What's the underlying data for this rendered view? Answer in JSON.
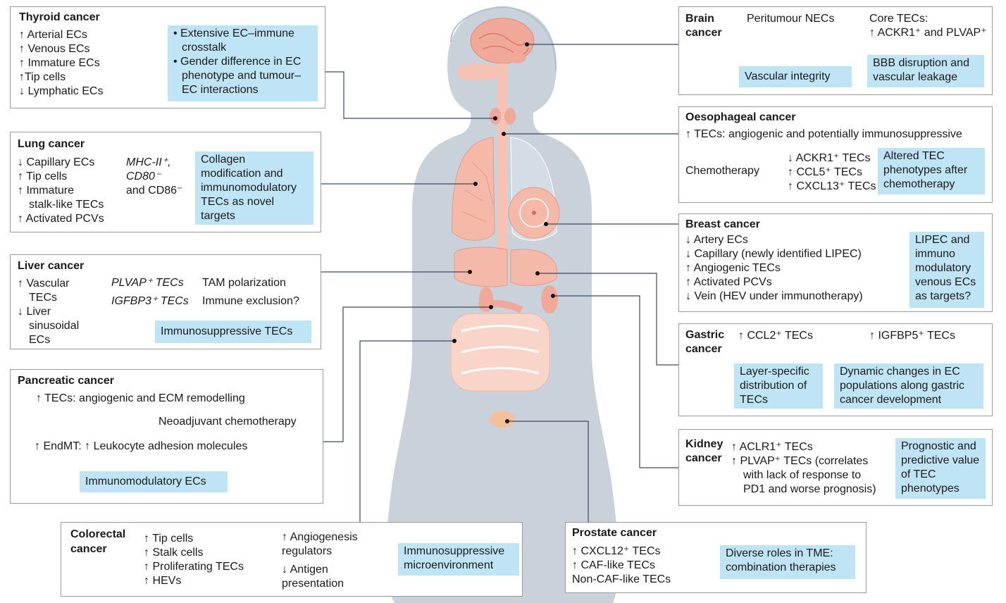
{
  "thyroid": {
    "title": "Thyroid cancer",
    "items": [
      "↑ Arterial ECs",
      "↑ Venous ECs",
      "↑ Immature ECs",
      "↑Tip cells",
      "↓ Lymphatic ECs"
    ],
    "bullets": [
      "Extensive EC–immune crosstalk",
      "Gender difference in EC phenotype and tumour–EC interactions"
    ]
  },
  "lung": {
    "title": "Lung cancer",
    "items": [
      "↓ Capillary ECs",
      "↑ Tip cells",
      "↑ Immature",
      "stalk-like TECs",
      "↑ Activated PCVs"
    ],
    "mhc": [
      "MHC-II⁺,",
      "CD80⁻",
      "and CD86⁻"
    ],
    "result": "Collagen modification and immunomodulatory TECs as novel targets"
  },
  "liver": {
    "title": "Liver cancer",
    "items": [
      "↑ Vascular",
      "TECs",
      "↓ Liver",
      "sinusoidal",
      "ECs"
    ],
    "path1_from": "PLVAP⁺ TECs",
    "path1_to": "TAM polarization",
    "path2_from": "IGFBP3⁺ TECs",
    "path2_to": "Immune exclusion?",
    "result": "Immunosuppressive TECs"
  },
  "pancreatic": {
    "title": "Pancreatic cancer",
    "line1": "↑ TECs: angiogenic and ECM remodelling",
    "line2": "Neoadjuvant chemotherapy",
    "line3": "↑ EndMT: ↑ Leukocyte adhesion molecules",
    "result": "Immunomodulatory ECs"
  },
  "colorectal": {
    "title": "Colorectal cancer",
    "items": [
      "↑ Tip cells",
      "↑ Stalk cells",
      "↑ Proliferating TECs",
      "↑ HEVs"
    ],
    "mid1": "↑ Angiogenesis regulators",
    "mid2": "↓ Antigen presentation",
    "result": "Immunosuppressive microenvironment"
  },
  "brain": {
    "title": "Brain cancer",
    "peri": "Peritumour NECs",
    "core1": "Core TECs:",
    "core2": "↑ ACKR1⁺ and PLVAP⁺",
    "result1": "Vascular integrity",
    "result2": "BBB disruption and vascular leakage"
  },
  "oesophageal": {
    "title": "Oesophageal cancer",
    "line1": "↑ TECs: angiogenic and potentially immunosuppressive",
    "chemo": "Chemotherapy",
    "items": [
      "↓ ACKR1⁺ TECs",
      "↑ CCL5⁺ TECs",
      "↑ CXCL13⁺ TECs"
    ],
    "result": "Altered TEC phenotypes after chemotherapy"
  },
  "breast": {
    "title": "Breast cancer",
    "items": [
      "↓ Artery ECs",
      "↓ Capillary (newly identified LIPEC)",
      "↑ Angiogenic TECs",
      "↑ Activated PCVs",
      "↓ Vein (HEV under immunotherapy)"
    ],
    "result": "LIPEC and immuno modulatory venous ECs as targets?"
  },
  "gastric": {
    "title": "Gastric cancer",
    "a": "↑ CCL2⁺ TECs",
    "b": "↑ IGFBP5⁺ TECs",
    "result1": "Layer-specific distribution of TECs",
    "result2": "Dynamic changes in EC populations along gastric cancer development"
  },
  "kidney": {
    "title": "Kidney cancer",
    "items": [
      "↑ ACLR1⁺ TECs",
      "↑ PLVAP⁺ TECs (correlates",
      "with lack of response to",
      "PD1 and worse prognosis)"
    ],
    "result": "Prognostic and predictive value of TEC phenotypes"
  },
  "prostate": {
    "title": "Prostate cancer",
    "items": [
      "↑ CXCL12⁺ TECs",
      "↑ CAF-like TECs",
      "Non-CAF-like TECs"
    ],
    "result": "Diverse roles in TME: combination therapies"
  },
  "colors": {
    "highlight": "#bfe4f6",
    "body": "#c9d2db",
    "organ": "#f4b9a9",
    "arrow": "#3b4a63"
  }
}
